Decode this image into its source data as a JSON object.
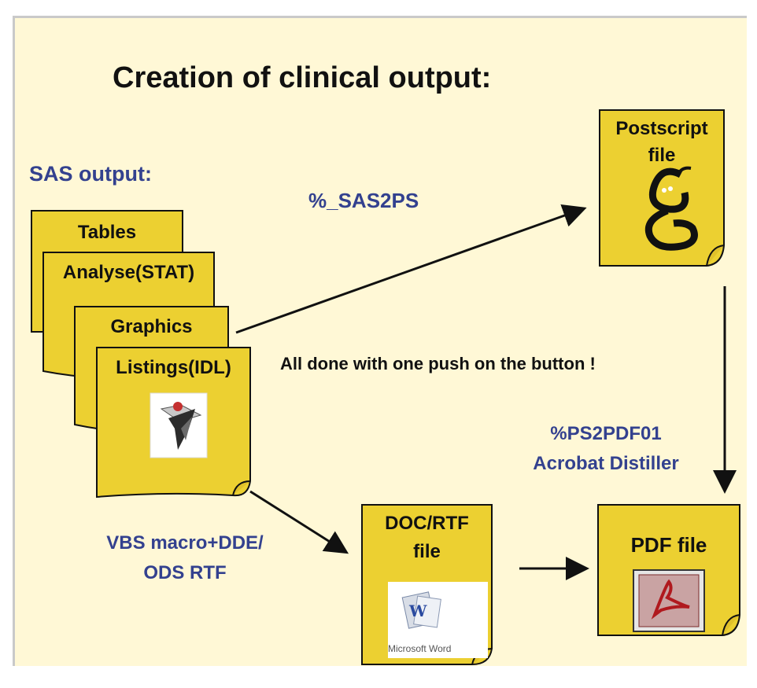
{
  "title": "Creation of clinical output:",
  "sas_output_label": "SAS output:",
  "stack": {
    "tables": "Tables",
    "analyse": "Analyse(STAT)",
    "graphics": "Graphics",
    "listings": "Listings(IDL)"
  },
  "postscript": {
    "line1": "Postscript",
    "line2": "file"
  },
  "doc_rtf": {
    "line1": "DOC/RTF",
    "line2": "file",
    "icon_caption": "Microsoft Word"
  },
  "pdf": {
    "label": "PDF file"
  },
  "arrows": {
    "sas2ps": "%_SAS2PS",
    "ps2pdf_line1": "%PS2PDF01",
    "ps2pdf_line2": "Acrobat Distiller",
    "vbs_line1": "VBS macro+DDE/",
    "vbs_line2": "ODS RTF"
  },
  "note": "All done with one push on the button !",
  "colors": {
    "background": "#fff8d6",
    "doc_fill": "#ecd031",
    "blue_text": "#33418f",
    "black_text": "#111111"
  }
}
